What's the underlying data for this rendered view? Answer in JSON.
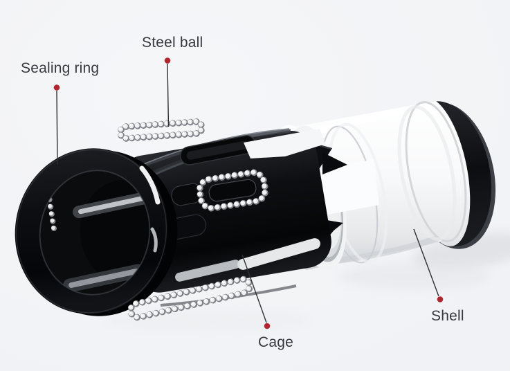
{
  "figure": {
    "kind": "exploded-parts-diagram"
  },
  "labels": {
    "sealing_ring": "Sealing ring",
    "steel_ball": "Steel ball",
    "cage": "Cage",
    "shell": "Shell"
  },
  "colors": {
    "background": "#f2f3f6",
    "label_text": "#36393f",
    "callout_dot": "#b02730",
    "leader_line": "#2e2f31",
    "part_black": "#0e0f12",
    "part_white": "#fafbfc",
    "steel_ball_highlight": "#eff1f2"
  }
}
